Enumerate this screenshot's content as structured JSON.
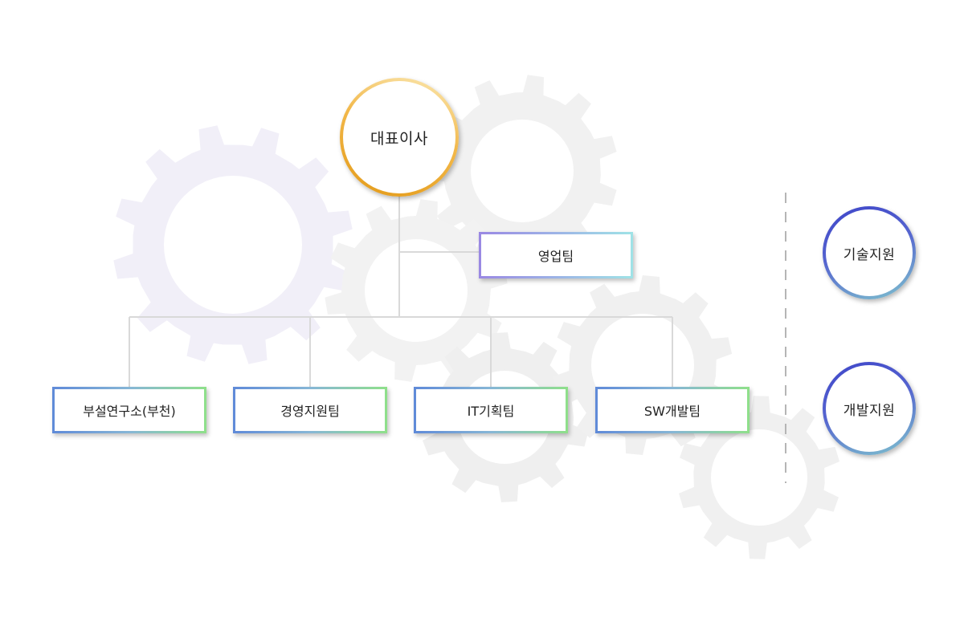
{
  "org_chart": {
    "ceo": {
      "label": "대표이사"
    },
    "sales": {
      "label": "영업팀"
    },
    "departments": [
      {
        "label": "부설연구소(부천)"
      },
      {
        "label": "경영지원팀"
      },
      {
        "label": "IT기획팀"
      },
      {
        "label": "SW개발팀"
      }
    ],
    "support": [
      {
        "label": "기술지원"
      },
      {
        "label": "개발지원"
      }
    ]
  },
  "colors": {
    "ceo_ring": "#f2b84a",
    "support_ring": "#3e45c9",
    "dept_border_start": "#5f8ad8",
    "dept_border_end": "#8fe08a",
    "sales_border_start": "#9a88e3",
    "sales_border_end": "#9fe3e6",
    "connector_line": "#d9d9d9",
    "gear_lavender": "#f1eff8",
    "gear_gray": "#f0f0f0"
  }
}
